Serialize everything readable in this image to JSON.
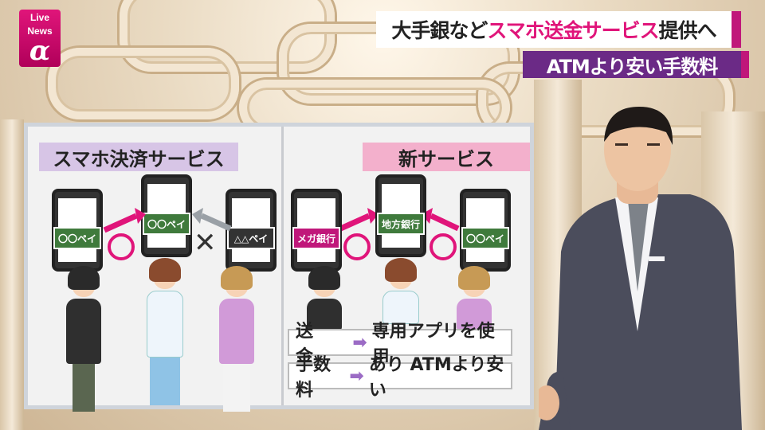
{
  "broadcast": {
    "logo_line1": "Live",
    "logo_line2": "News",
    "logo_mark": "α",
    "headline_prefix": "大手銀など",
    "headline_highlight": "スマホ送金サービス",
    "headline_suffix": "提供へ",
    "subheadline": "ATMより安い手数料"
  },
  "board": {
    "left_title": "スマホ決済サービス",
    "left_phones": [
      "〇〇ペイ",
      "〇〇ペイ",
      "△△ペイ"
    ],
    "left_marks": [
      "circle",
      "cross"
    ],
    "right_title": "新サービス",
    "right_phones": [
      "メガ銀行",
      "地方銀行",
      "〇〇ペイ"
    ],
    "right_marks": [
      "circle",
      "circle"
    ],
    "info_rows": [
      {
        "label": "送　金",
        "value": "専用アプリを使用"
      },
      {
        "label": "手数料",
        "value": "あり ATMより安い"
      }
    ]
  },
  "colors": {
    "brand_magenta": "#e0157a",
    "purple": "#6b2a86",
    "left_title_bg": "#d7c5e6",
    "right_title_bg": "#f3b0cc"
  }
}
